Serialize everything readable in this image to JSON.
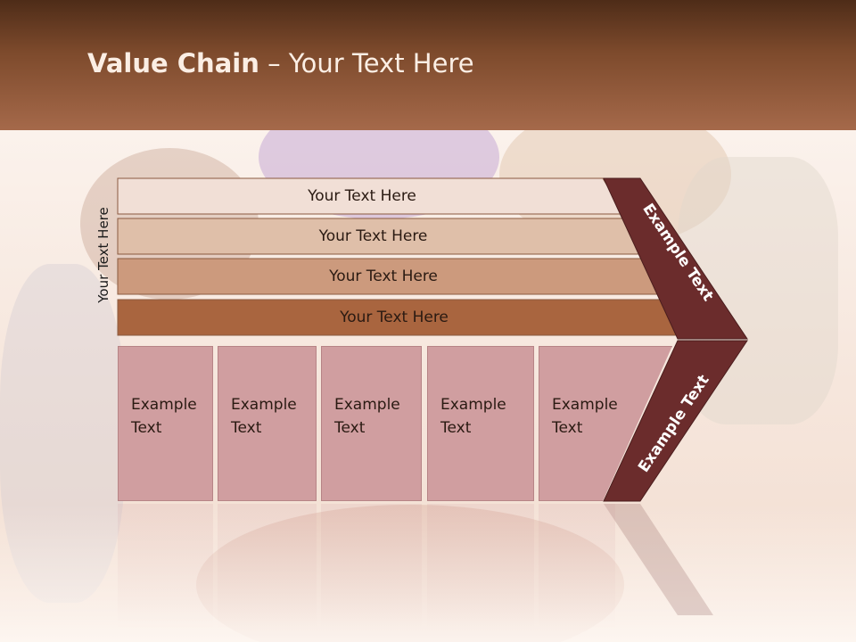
{
  "title": {
    "bold": "Value Chain",
    "rest": " – Your Text Here"
  },
  "side_label": "Your Text Here",
  "bands": [
    {
      "label": "Your Text Here",
      "color": "#f1dfd6"
    },
    {
      "label": "Your Text Here",
      "color": "#dfbfa9"
    },
    {
      "label": "Your Text Here",
      "color": "#cc9a7d"
    },
    {
      "label": "Your Text Here",
      "color": "#a9653f"
    }
  ],
  "boxes": [
    {
      "line1": "Example",
      "line2": "Text"
    },
    {
      "line1": "Example",
      "line2": "Text"
    },
    {
      "line1": "Example",
      "line2": "Text"
    },
    {
      "line1": "Example",
      "line2": "Text"
    },
    {
      "line1": "Example",
      "line2": "Text"
    }
  ],
  "chevron_top_label": "Example Text",
  "chevron_bottom_label": "Example Text",
  "colors": {
    "chevron": "#6b2c2c",
    "box": "#d09ea0",
    "header": "#7d4a2c"
  }
}
